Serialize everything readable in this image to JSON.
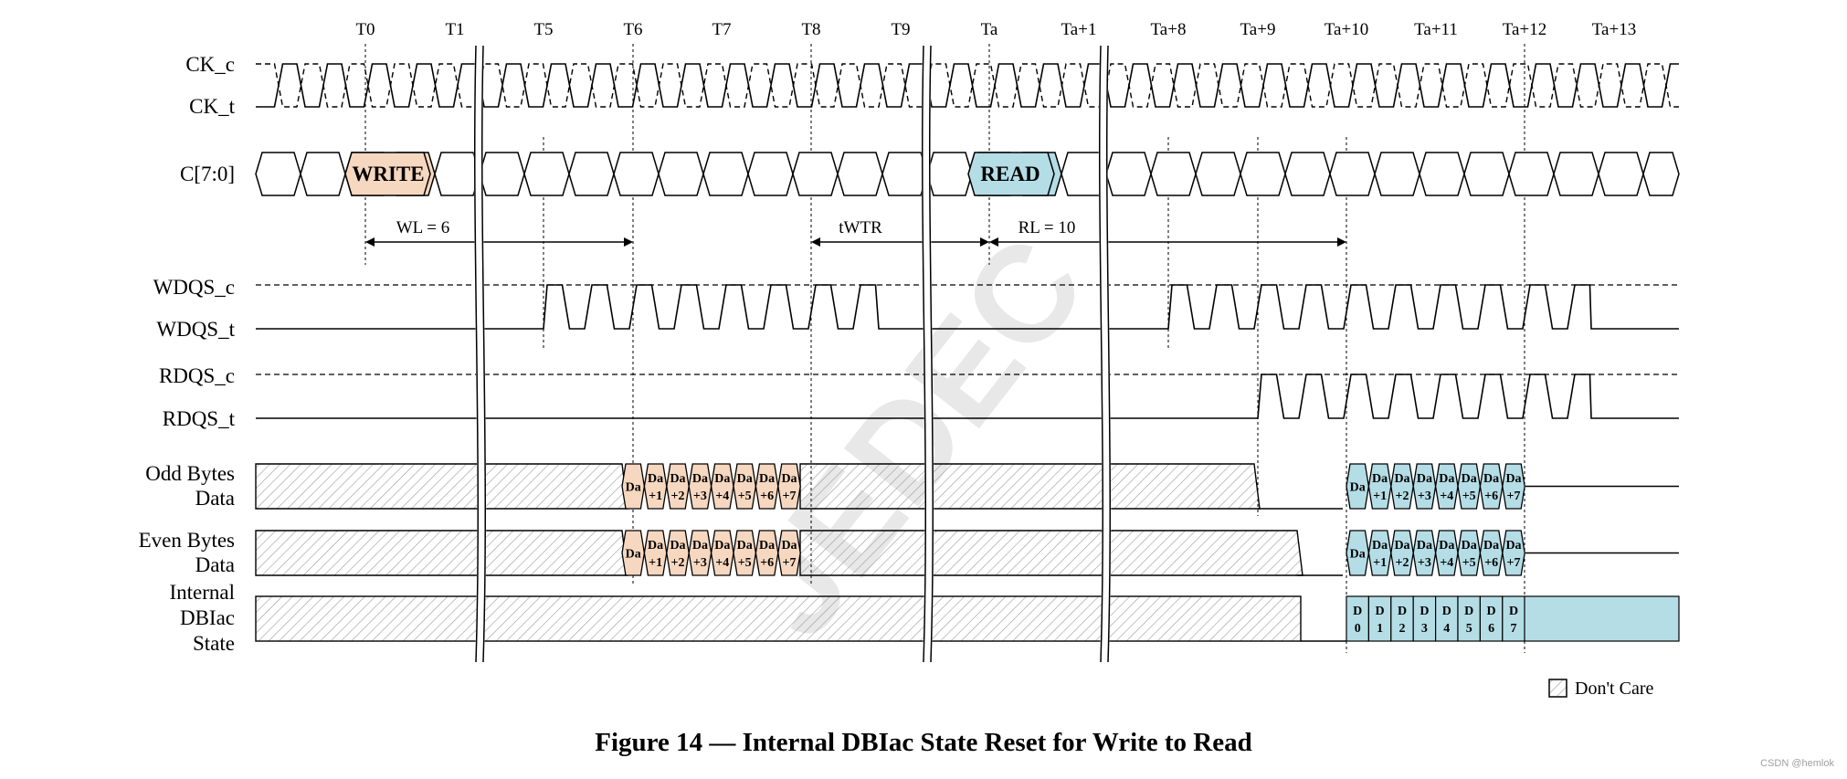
{
  "figure": {
    "caption": "Figure 14 — Internal DBIac State Reset for Write to Read",
    "credit": "CSDN @hemlok",
    "watermark": "JEDEC"
  },
  "time_labels": [
    "T0",
    "T1",
    "T5",
    "T6",
    "T7",
    "T8",
    "T9",
    "Ta",
    "Ta+1",
    "Ta+8",
    "Ta+9",
    "Ta+10",
    "Ta+11",
    "Ta+12",
    "Ta+13"
  ],
  "signals": {
    "ck_c": "CK_c",
    "ck_t": "CK_t",
    "cmd": "C[7:0]",
    "wdqs_c": "WDQS_c",
    "wdqs_t": "WDQS_t",
    "rdqs_c": "RDQS_c",
    "rdqs_t": "RDQS_t",
    "odd_line1": "Odd Bytes",
    "odd_line2": "Data",
    "even_line1": "Even Bytes",
    "even_line2": "Data",
    "dbi_line1": "Internal",
    "dbi_line2": "DBIac",
    "dbi_line3": "State"
  },
  "commands": {
    "write": "WRITE",
    "read": "READ"
  },
  "timings": {
    "wl": "WL = 6",
    "twtr": "tWTR",
    "rl": "RL = 10"
  },
  "data_beats": {
    "top": [
      "Da",
      "Da",
      "Da",
      "Da",
      "Da",
      "Da",
      "Da",
      "Da"
    ],
    "bottom": [
      "",
      "+1",
      "+2",
      "+3",
      "+4",
      "+5",
      "+6",
      "+7"
    ]
  },
  "dbi_beats": {
    "top": [
      "D",
      "D",
      "D",
      "D",
      "D",
      "D",
      "D",
      "D"
    ],
    "bottom": [
      "0",
      "1",
      "2",
      "3",
      "4",
      "5",
      "6",
      "7"
    ]
  },
  "legend": {
    "dont_care": "Don't Care"
  },
  "colors": {
    "write_fill": "#f6d7bf",
    "read_fill": "#b4dde6",
    "hatch": "#9a9a9a",
    "line": "#000000"
  }
}
